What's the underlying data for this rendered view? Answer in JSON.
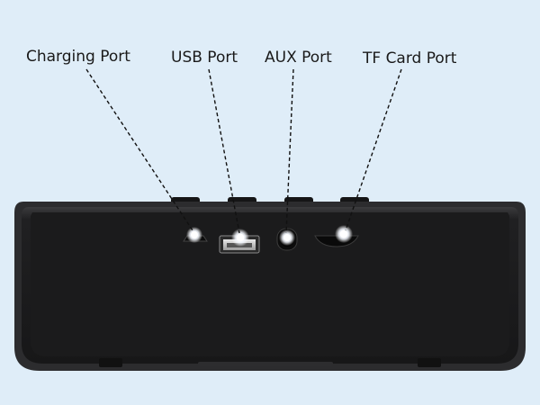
{
  "labels": {
    "charging": "Charging Port",
    "usb": "USB Port",
    "aux": "AUX Port",
    "tf": "TF Card Port"
  },
  "colors": {
    "background": "#dfedf8",
    "speaker_body": "#1f1f20",
    "speaker_rim": "#3a3a3c",
    "leader_line": "#111111",
    "port_highlight": "#ffffff"
  }
}
